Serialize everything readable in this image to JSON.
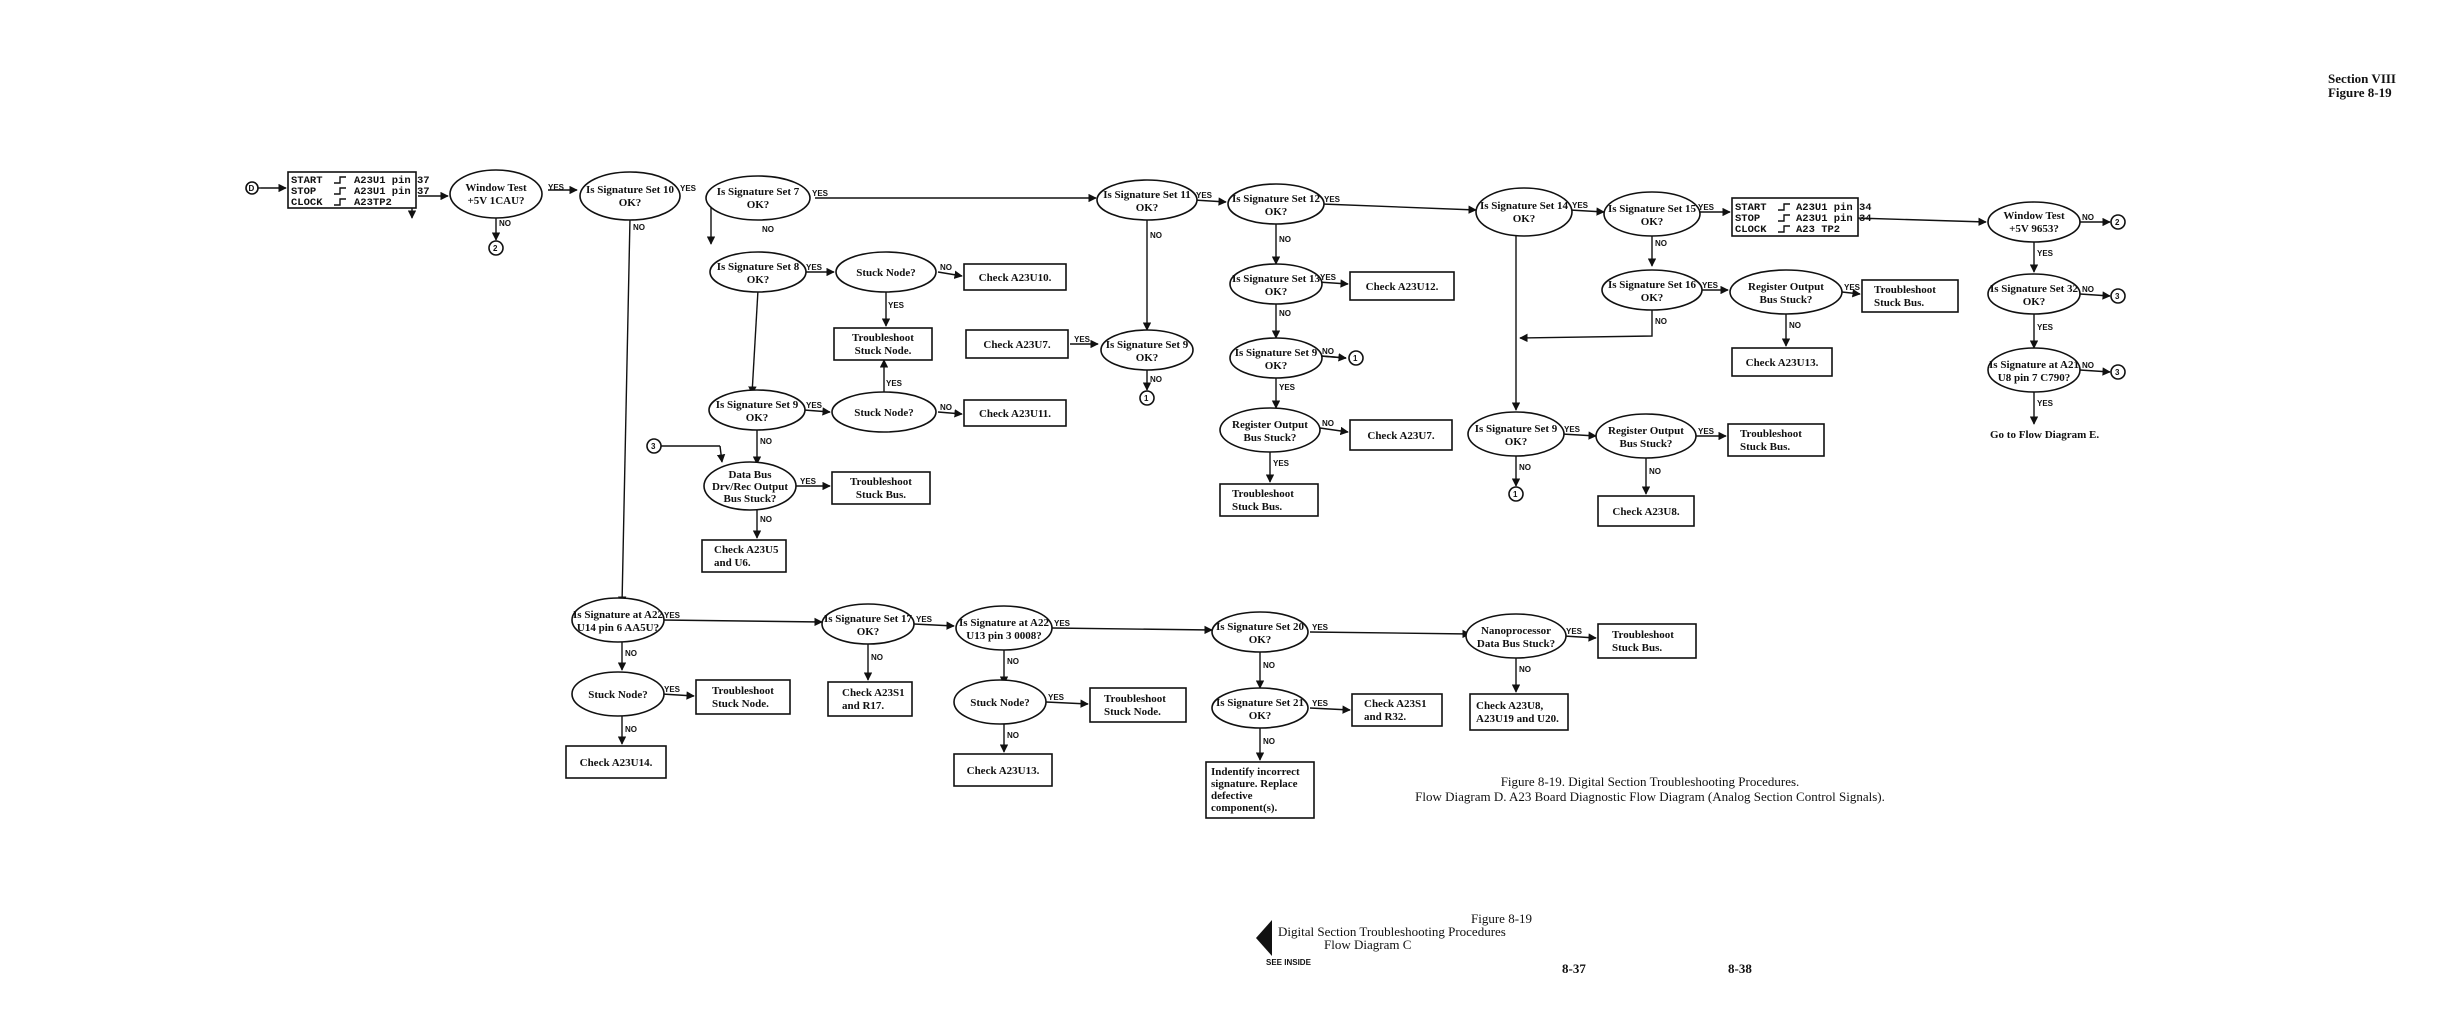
{
  "header": {
    "section": "Section VIII",
    "figure": "Figure 8-19"
  },
  "caption": {
    "line1": "Figure 8-19. Digital Section Troubleshooting Procedures.",
    "line2": "Flow Diagram D.  A23 Board Diagnostic Flow Diagram (Analog Section Control Signals)."
  },
  "fold_tab": {
    "figure": "Figure 8-19",
    "title": "Digital Section Troubleshooting Procedures",
    "subtitle": "Flow Diagram C",
    "see_inside": "SEE  INSIDE"
  },
  "page_numbers": {
    "left": "8-37",
    "right": "8-38"
  },
  "edge_labels": {
    "yes": "YES",
    "no": "NO"
  },
  "connectors": {
    "D": "D",
    "one": "1",
    "two": "2",
    "three": "3"
  },
  "nodes": {
    "start_box": {
      "l1": "START",
      "v1": "A23U1 pin 37",
      "l2": "STOP",
      "v2": "A23U1 pin 37",
      "l3": "CLOCK",
      "v3": "A23TP2"
    },
    "window_test_1": {
      "l1": "Window Test",
      "l2": "+5V  1CAU?"
    },
    "sig10": {
      "l1": "Is Signature Set 10",
      "l2": "OK?"
    },
    "sig7": {
      "l1": "Is Signature Set 7",
      "l2": "OK?"
    },
    "sig8": {
      "l1": "Is Signature Set 8",
      "l2": "OK?"
    },
    "stuck1": {
      "l1": "Stuck Node?"
    },
    "check_u10": {
      "l1": "Check  A23U10."
    },
    "ts_stuck1": {
      "l1": "Troubleshoot",
      "l2": "Stuck Node."
    },
    "sig9a": {
      "l1": "Is Signature Set 9",
      "l2": "OK?"
    },
    "stuck2": {
      "l1": "Stuck Node?"
    },
    "check_u11": {
      "l1": "Check  A23U11."
    },
    "data_bus": {
      "l1": "Data Bus",
      "l2": "Drv/Rec Output",
      "l3": "Bus Stuck?"
    },
    "ts_bus1": {
      "l1": "Troubleshoot",
      "l2": "Stuck  Bus."
    },
    "check_u5": {
      "l1": "Check  A23U5",
      "l2": "and U6."
    },
    "sig11": {
      "l1": "Is Signature Set 11",
      "l2": "OK?"
    },
    "check_u7a": {
      "l1": "Check  A23U7."
    },
    "sig9b": {
      "l1": "Is Signature Set 9",
      "l2": "OK?"
    },
    "sig12": {
      "l1": "Is Signature Set 12",
      "l2": "OK?"
    },
    "sig13": {
      "l1": "Is Signature Set 13",
      "l2": "OK?"
    },
    "check_u12": {
      "l1": "Check  A23U12."
    },
    "sig9c": {
      "l1": "Is Signature Set 9",
      "l2": "OK?"
    },
    "reg_out1": {
      "l1": "Register Output",
      "l2": "Bus Stuck?"
    },
    "check_u7b": {
      "l1": "Check  A23U7."
    },
    "ts_bus2": {
      "l1": "Troubleshoot",
      "l2": "Stuck Bus."
    },
    "sig14": {
      "l1": "Is Signature Set 14",
      "l2": "OK?"
    },
    "sig15": {
      "l1": "Is Signature Set  15",
      "l2": "OK?"
    },
    "start_box2": {
      "l1": "START",
      "v1": "A23U1  pin  34",
      "l2": "STOP",
      "v2": "A23U1  pin  34",
      "l3": "CLOCK",
      "v3": "A23  TP2"
    },
    "window_test_2": {
      "l1": "Window Test",
      "l2": "+5V 9653?"
    },
    "sig16": {
      "l1": "Is Signature Set 16",
      "l2": "OK?"
    },
    "reg_out2": {
      "l1": "Register Output",
      "l2": "Bus Stuck?"
    },
    "ts_bus3": {
      "l1": "Troubleshoot",
      "l2": "Stuck Bus."
    },
    "check_u13": {
      "l1": "Check A23U13."
    },
    "sig32": {
      "l1": "Is Signature Set 32",
      "l2": "OK?"
    },
    "sig_a21": {
      "l1": "Is Signature at A21",
      "l2": "U8 pin 7 C790?"
    },
    "goto_e": {
      "l1": "Go to Flow Diagram  E."
    },
    "sig9d": {
      "l1": "Is Signature Set 9",
      "l2": "OK?"
    },
    "reg_out3": {
      "l1": "Register Output",
      "l2": "Bus Stuck?"
    },
    "ts_bus4": {
      "l1": "Troubleshoot",
      "l2": "Stuck Bus."
    },
    "check_u8": {
      "l1": "Check  A23U8."
    },
    "sig_a22a": {
      "l1": "Is Signature at A22",
      "l2": "U14 pin 6  AA5U?"
    },
    "stuck3": {
      "l1": "Stuck Node?"
    },
    "ts_stuck3": {
      "l1": "Troubleshoot",
      "l2": "Stuck Node."
    },
    "check_u14": {
      "l1": "Check  A23U14."
    },
    "sig17": {
      "l1": "Is Signature Set 17",
      "l2": "OK?"
    },
    "check_s1": {
      "l1": "Check  A23S1",
      "l2": "and R17."
    },
    "sig_a22b": {
      "l1": "Is Signature at A22",
      "l2": "U13 pin 3 0008?"
    },
    "stuck4": {
      "l1": "Stuck Node?"
    },
    "ts_stuck4": {
      "l1": "Troubleshoot",
      "l2": "Stuck Node."
    },
    "check_u13b": {
      "l1": "Check  A23U13."
    },
    "sig20": {
      "l1": "Is Signature Set 20",
      "l2": "OK?"
    },
    "sig21": {
      "l1": "Is Signature Set 21",
      "l2": "OK?"
    },
    "check_s1b": {
      "l1": "Check  A23S1",
      "l2": "and R32."
    },
    "identify": {
      "l1": "Indentify incorrect",
      "l2": "signature.  Replace",
      "l3": "defective",
      "l4": "component(s)."
    },
    "nanoproc": {
      "l1": "Nanoprocessor",
      "l2": "Data Bus Stuck?"
    },
    "ts_bus5": {
      "l1": "Troubleshoot",
      "l2": "Stuck Bus."
    },
    "check_u8b": {
      "l1": "Check  A23U8,",
      "l2": "A23U19 and U20."
    }
  }
}
